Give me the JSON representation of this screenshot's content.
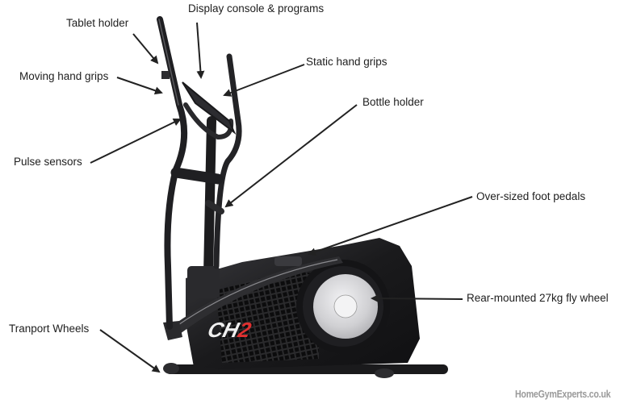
{
  "diagram": {
    "subject": "Elliptical cross trainer",
    "model_badge": {
      "text_white": "CH",
      "text_red": "2",
      "red_color": "#e03030"
    },
    "labels": [
      {
        "id": "display",
        "text": "Display console & programs"
      },
      {
        "id": "tablet",
        "text": "Tablet holder"
      },
      {
        "id": "static-grips",
        "text": "Static hand grips"
      },
      {
        "id": "moving-grips",
        "text": "Moving hand grips"
      },
      {
        "id": "bottle",
        "text": "Bottle holder"
      },
      {
        "id": "pulse",
        "text": "Pulse sensors"
      },
      {
        "id": "pedals",
        "text": "Over-sized foot pedals"
      },
      {
        "id": "flywheel",
        "text": "Rear-mounted 27kg fly wheel"
      },
      {
        "id": "wheels",
        "text": "Tranport Wheels"
      }
    ],
    "watermark": "HomeGymExperts.co.uk",
    "colors": {
      "frame": "#1c1c1e",
      "frame_highlight": "#4a4a4e",
      "flywheel": "#d9d9db",
      "arrow": "#222222",
      "text": "#1e1e1e"
    }
  }
}
